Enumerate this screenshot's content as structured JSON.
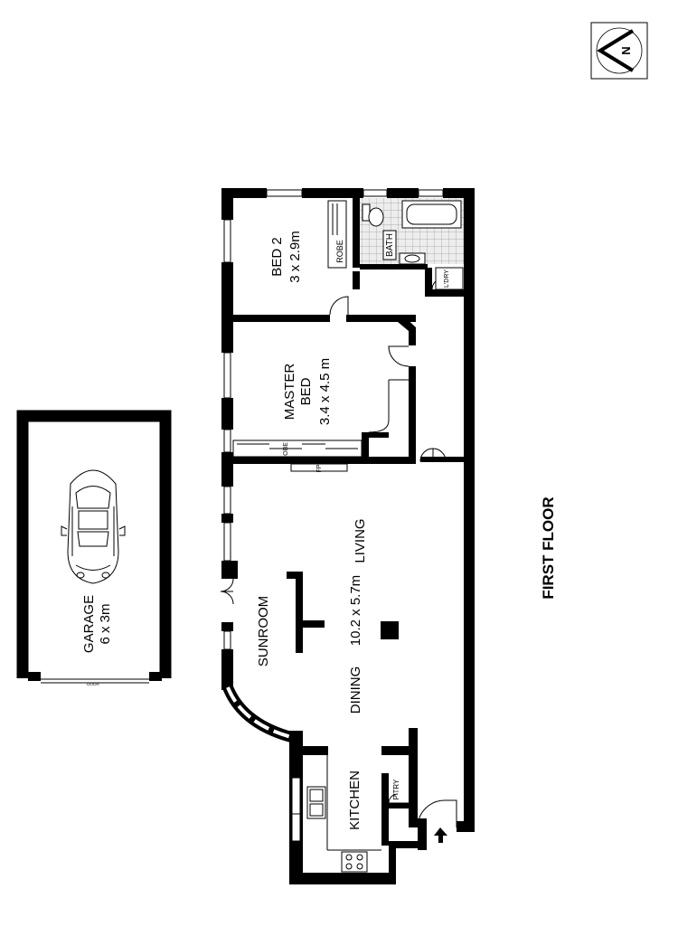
{
  "plan_title": "FIRST FLOOR",
  "compass": {
    "label": "N",
    "icon": "north-arrow-icon"
  },
  "rooms": {
    "bed2": {
      "name": "BED 2",
      "size": "3 x 2.9m"
    },
    "robe_bed2": "ROBE",
    "bath": "BATH",
    "laundry": "L'DRY",
    "master": {
      "name_line1": "MASTER",
      "name_line2": "BED",
      "size": "3.4 x 4.5 m"
    },
    "robe_master": "ROBE",
    "fireplace": "FP",
    "living": "LIVING",
    "living_size": "10.2 x 5.7m",
    "sunroom": "SUNROOM",
    "dining": "DINING",
    "kitchen": "KITCHEN",
    "pantry": "P'TRY",
    "garage": {
      "name": "GARAGE",
      "size": "6 x 3m",
      "door": "DOOR"
    }
  },
  "colors": {
    "wall": "#000000",
    "background": "#ffffff",
    "tile": "#e6e6e6",
    "glass": "#f2f2f2"
  }
}
